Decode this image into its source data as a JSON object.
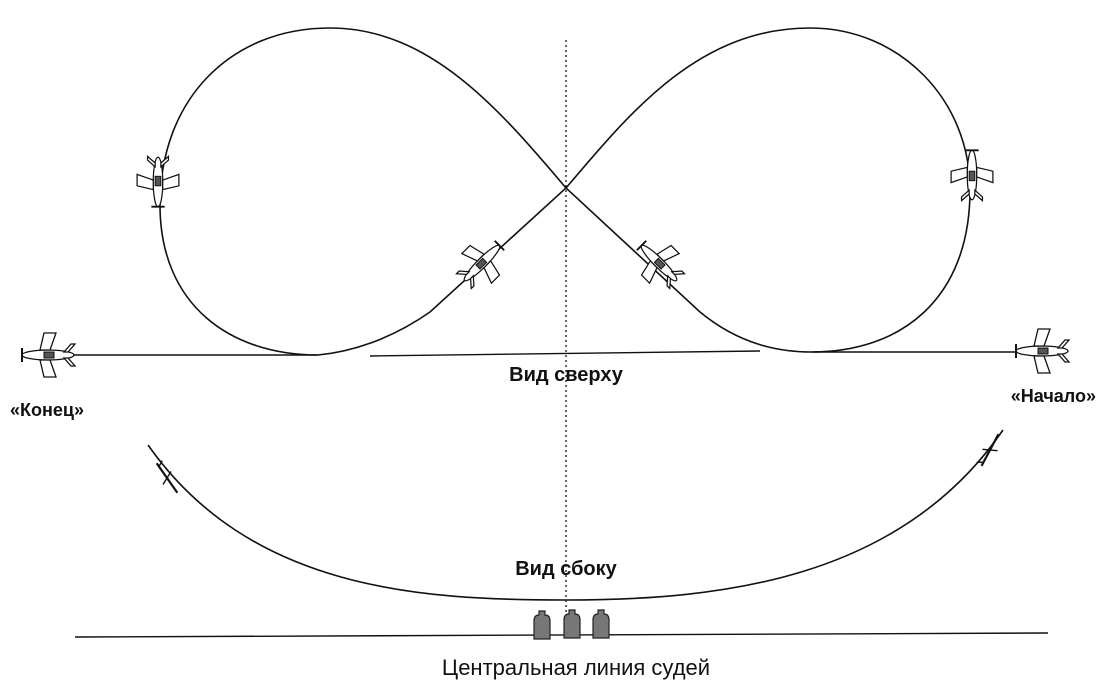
{
  "labels": {
    "top_view": "Вид сверху",
    "side_view": "Вид сбоку",
    "start": "«Начало»",
    "end": "«Конец»",
    "judges_line": "Центральная линия судей"
  },
  "icons": [
    "airplane-icon",
    "judge-icon"
  ],
  "colors": {
    "ink": "#111111",
    "background": "#ffffff"
  }
}
